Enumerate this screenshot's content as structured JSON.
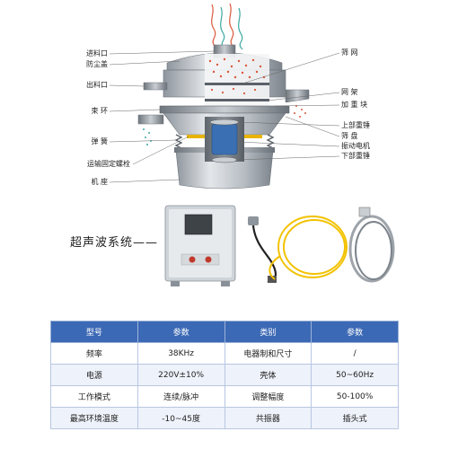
{
  "diagram": {
    "left_labels": [
      "进料口",
      "防尘盖",
      "出料口",
      "束 环",
      "弹 簧",
      "运输固定螺栓",
      "机 座"
    ],
    "right_labels": [
      "筛 网",
      "网 架",
      "加 重 块",
      "上部重锤",
      "筛 盘",
      "振动电机",
      "下部重锤"
    ]
  },
  "ultrasonic": {
    "title": "超声波系统——"
  },
  "spec_table": {
    "headers": [
      "型号",
      "参数",
      "类别",
      "参数"
    ],
    "rows": [
      [
        "频率",
        "38KHz",
        "电器制和尺寸",
        "/"
      ],
      [
        "电源",
        "220V±10%",
        "壳体",
        "50~60Hz"
      ],
      [
        "工作模式",
        "连续/脉冲",
        "调整幅度",
        "50-100%"
      ],
      [
        "最高环境温度",
        "-10~45度",
        "共振器",
        "插头式"
      ]
    ]
  },
  "colors": {
    "table_header": "#3c69b5",
    "cable_yellow": "#f2c200",
    "machine_steel": "#a9b0b8",
    "particles": "#d9573a"
  }
}
